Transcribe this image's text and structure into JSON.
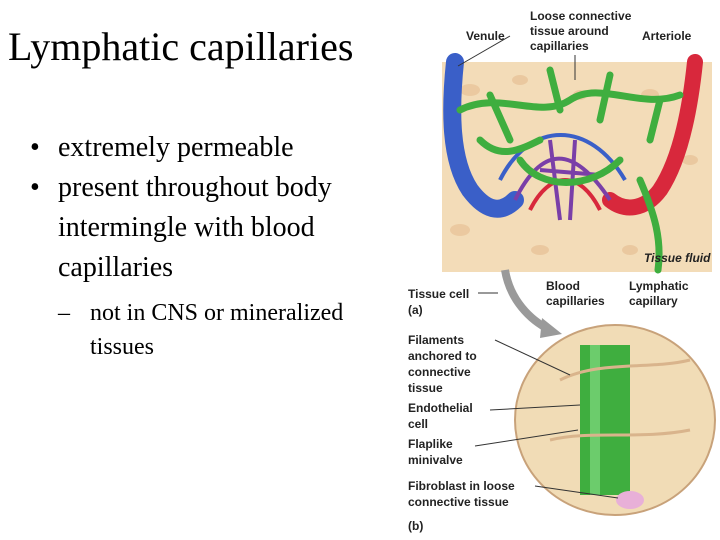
{
  "slide": {
    "title": "Lymphatic capillaries",
    "bullets": [
      {
        "lines": [
          "extremely permeable"
        ]
      },
      {
        "lines": [
          "present throughout body",
          "intermingle with blood",
          "capillaries"
        ]
      }
    ],
    "subbullet": {
      "lines": [
        "not in CNS or mineralized",
        "tissues"
      ]
    }
  },
  "figure": {
    "labels": {
      "venule": "Venule",
      "loose_ct": [
        "Loose connective",
        "tissue around",
        "capillaries"
      ],
      "arteriole": "Arteriole",
      "tissue_fluid": "Tissue fluid",
      "tissue_cell": "Tissue cell",
      "panel_a": "(a)",
      "blood_cap": [
        "Blood",
        "capillaries"
      ],
      "lymph_cap": [
        "Lymphatic",
        "capillary"
      ],
      "filaments": [
        "Filaments",
        "anchored to",
        "connective",
        "tissue"
      ],
      "endothelial": [
        "Endothelial",
        "cell"
      ],
      "flaplike": [
        "Flaplike",
        "minivalve"
      ],
      "fibroblast": [
        "Fibroblast in loose",
        "connective tissue"
      ],
      "panel_b": "(b)"
    },
    "colors": {
      "venule": "#3a5fc8",
      "arteriole": "#d8283c",
      "lymphatic": "#3fae3f",
      "capillary_bed": "#7a3fa8",
      "tissue_bg": "#f3dcb8"
    }
  }
}
